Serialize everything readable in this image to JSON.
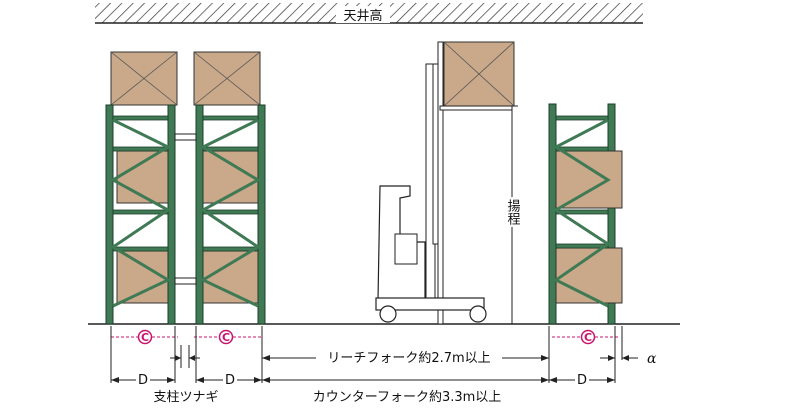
{
  "labels": {
    "ceiling": "天井高",
    "lift": "揚程",
    "clearance_marker": "C",
    "depth": "D",
    "alpha": "α",
    "post_spacer": "支柱ツナギ",
    "reach_aisle": "リーチフォーク約2.7m以上",
    "counter_aisle": "カウンターフォーク約3.3m以上"
  },
  "colors": {
    "rack_frame": "#3f7a55",
    "pallet_box": "#c9a98a",
    "floor": "#222222",
    "clearance_marker": "#c8146e",
    "forklift": "#ffffff"
  }
}
